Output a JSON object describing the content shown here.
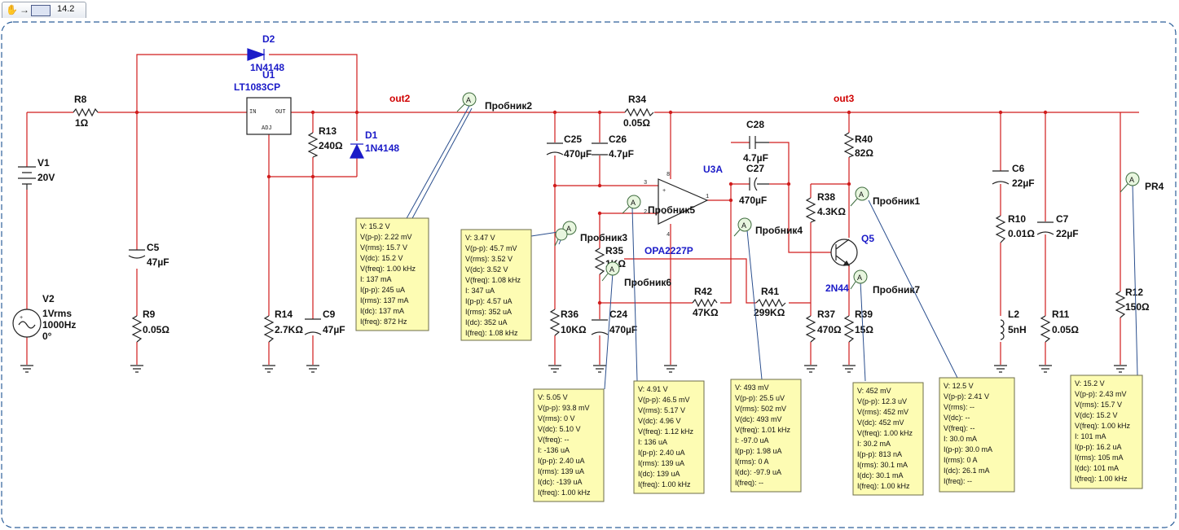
{
  "toolbar": {
    "zoom": "14.2",
    "icons": [
      "hand-icon",
      "arrow-icon",
      "grapher-icon"
    ]
  },
  "nets": {
    "out2": "out2",
    "out3": "out3"
  },
  "components": {
    "V1": {
      "ref": "V1",
      "value": "20V"
    },
    "V2": {
      "ref": "V2",
      "line1": "1Vrms",
      "line2": "1000Hz",
      "line3": "0°"
    },
    "R8": {
      "ref": "R8",
      "value": "1Ω"
    },
    "C5": {
      "ref": "C5",
      "value": "47µF"
    },
    "R9": {
      "ref": "R9",
      "value": "0.05Ω"
    },
    "D2": {
      "ref": "D2",
      "value": "1N4148"
    },
    "U1": {
      "ref": "U1",
      "value": "LT1083CP",
      "pin_in": "IN",
      "pin_out": "OUT",
      "pin_adj": "ADJ"
    },
    "R13": {
      "ref": "R13",
      "value": "240Ω"
    },
    "D1": {
      "ref": "D1",
      "value": "1N4148"
    },
    "R14": {
      "ref": "R14",
      "value": "2.7KΩ"
    },
    "C9": {
      "ref": "C9",
      "value": "47µF"
    },
    "C25": {
      "ref": "C25",
      "value": "470µF"
    },
    "C26": {
      "ref": "C26",
      "value": "4.7µF"
    },
    "R34": {
      "ref": "R34",
      "value": "0.05Ω"
    },
    "U3A": {
      "ref": "U3A",
      "value": "OPA2227P",
      "pin3": "3",
      "pin2": "2",
      "pin1": "1",
      "pin8": "8",
      "pin4": "4"
    },
    "R35": {
      "ref": "R35",
      "value": "1KΩ"
    },
    "R36": {
      "ref": "R36",
      "value": "10KΩ"
    },
    "C24": {
      "ref": "C24",
      "value": "470µF"
    },
    "R42": {
      "ref": "R42",
      "value": "47KΩ"
    },
    "C28": {
      "ref": "C28",
      "value": "4.7µF"
    },
    "C27": {
      "ref": "C27",
      "value": "470µF"
    },
    "R41": {
      "ref": "R41",
      "value": "299KΩ"
    },
    "R38": {
      "ref": "R38",
      "value": "4.3KΩ"
    },
    "R40": {
      "ref": "R40",
      "value": "82Ω"
    },
    "Q5": {
      "ref": "Q5",
      "value": "2N44"
    },
    "R37": {
      "ref": "R37",
      "value": "470Ω"
    },
    "R39": {
      "ref": "R39",
      "value": "15Ω"
    },
    "C6": {
      "ref": "C6",
      "value": "22µF"
    },
    "R10": {
      "ref": "R10",
      "value": "0.01Ω"
    },
    "L2": {
      "ref": "L2",
      "value": "5nH"
    },
    "C7": {
      "ref": "C7",
      "value": "22µF"
    },
    "R11": {
      "ref": "R11",
      "value": "0.05Ω"
    },
    "R12": {
      "ref": "R12",
      "value": "150Ω"
    }
  },
  "probe_labels": {
    "p1": "Пробник1",
    "p2": "Пробник2",
    "p3": "Пробник3",
    "p4": "Пробник4",
    "p5": "Пробник5",
    "p6": "Пробник6",
    "p7": "Пробник7",
    "pr4": "PR4"
  },
  "probes": {
    "p2": [
      "V: 15.2 V",
      "V(p-p): 2.22 mV",
      "V(rms): 15.7 V",
      "V(dc): 15.2 V",
      "V(freq): 1.00 kHz",
      "I: 137 mA",
      "I(p-p): 245 uA",
      "I(rms): 137 mA",
      "I(dc): 137 mA",
      "I(freq): 872 Hz"
    ],
    "p3": [
      "V: 3.47 V",
      "V(p-p): 45.7 mV",
      "V(rms): 3.52 V",
      "V(dc): 3.52 V",
      "V(freq): 1.08 kHz",
      "I: 347 uA",
      "I(p-p): 4.57 uA",
      "I(rms): 352 uA",
      "I(dc): 352 uA",
      "I(freq): 1.08 kHz"
    ],
    "p6": [
      "V: 5.05 V",
      "V(p-p): 93.8 mV",
      "V(rms): 0 V",
      "V(dc): 5.10 V",
      "V(freq): --",
      "I: -136 uA",
      "I(p-p): 2.40 uA",
      "I(rms): 139 uA",
      "I(dc): -139 uA",
      "I(freq): 1.00 kHz"
    ],
    "p5": [
      "V: 4.91 V",
      "V(p-p): 46.5 mV",
      "V(rms): 5.17 V",
      "V(dc): 4.96 V",
      "V(freq): 1.12 kHz",
      "I: 136 uA",
      "I(p-p): 2.40 uA",
      "I(rms): 139 uA",
      "I(dc): 139 uA",
      "I(freq): 1.00 kHz"
    ],
    "p4": [
      "V: 493 mV",
      "V(p-p): 25.5 uV",
      "V(rms): 502 mV",
      "V(dc): 493 mV",
      "V(freq): 1.01 kHz",
      "I: -97.0 uA",
      "I(p-p): 1.98 uA",
      "I(rms): 0 A",
      "I(dc): -97.9 uA",
      "I(freq): --"
    ],
    "p7": [
      "V: 452 mV",
      "V(p-p): 12.3 uV",
      "V(rms): 452 mV",
      "V(dc): 452 mV",
      "V(freq): 1.00 kHz",
      "I: 30.2 mA",
      "I(p-p): 813 nA",
      "I(rms): 30.1 mA",
      "I(dc): 30.1 mA",
      "I(freq): 1.00 kHz"
    ],
    "p1": [
      "V: 12.5 V",
      "V(p-p): 2.41 V",
      "V(rms): --",
      "V(dc): --",
      "V(freq): --",
      "I: 30.0 mA",
      "I(p-p): 30.0 mA",
      "I(rms): 0 A",
      "I(dc): 26.1 mA",
      "I(freq): --"
    ],
    "pr4": [
      "V: 15.2 V",
      "V(p-p): 2.43 mV",
      "V(rms): 15.7 V",
      "V(dc): 15.2 V",
      "V(freq): 1.00 kHz",
      "I: 101 mA",
      "I(p-p): 16.2 uA",
      "I(rms): 105 mA",
      "I(dc): 101 mA",
      "I(freq): 1.00 kHz"
    ]
  },
  "colors": {
    "wire": "#d01c1c",
    "part_label": "#1b1bc8",
    "probe_box": "#fdfcb3",
    "probe_link": "#2b4f8e",
    "border": "#2d5f9a"
  }
}
